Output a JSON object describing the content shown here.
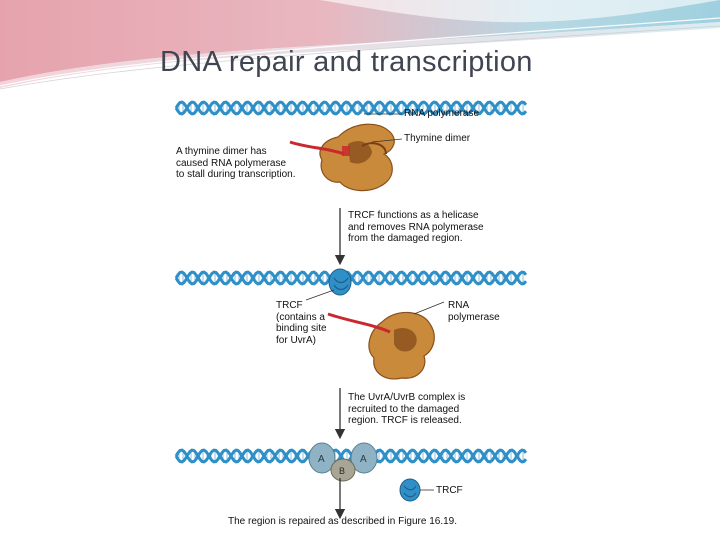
{
  "slide": {
    "title": "DNA repair and transcription"
  },
  "diagram": {
    "panel1": {
      "note": "A thymine dimer has\ncaused RNA polymerase\nto stall during transcription.",
      "label_rna_polymerase": "RNA polymerase",
      "label_thymine_dimer": "Thymine dimer"
    },
    "step1": "TRCF functions as a helicase\nand removes RNA polymerase\nfrom the damaged region.",
    "panel2": {
      "label_trcf": "TRCF\n(contains a\nbinding site\nfor UvrA)",
      "label_rna_polymerase": "RNA\npolymerase"
    },
    "step2": "The UvrA/UvrB complex is\nrecruited to the damaged\nregion. TRCF is released.",
    "panel3": {
      "subunit_a1": "A",
      "subunit_a2": "A",
      "subunit_b": "B",
      "label_trcf": "TRCF"
    },
    "footer": "The region is repaired as described in Figure 16.19."
  },
  "colors": {
    "dna": "#2f8fc7",
    "polymerase": "#c98a3c",
    "polymerase_dark": "#8a4f1c",
    "rna": "#c8282e",
    "trcf": "#2f8fc7",
    "uvr": "#8fb3c4",
    "uvrb": "#a9a595",
    "arrow": "#333333"
  }
}
